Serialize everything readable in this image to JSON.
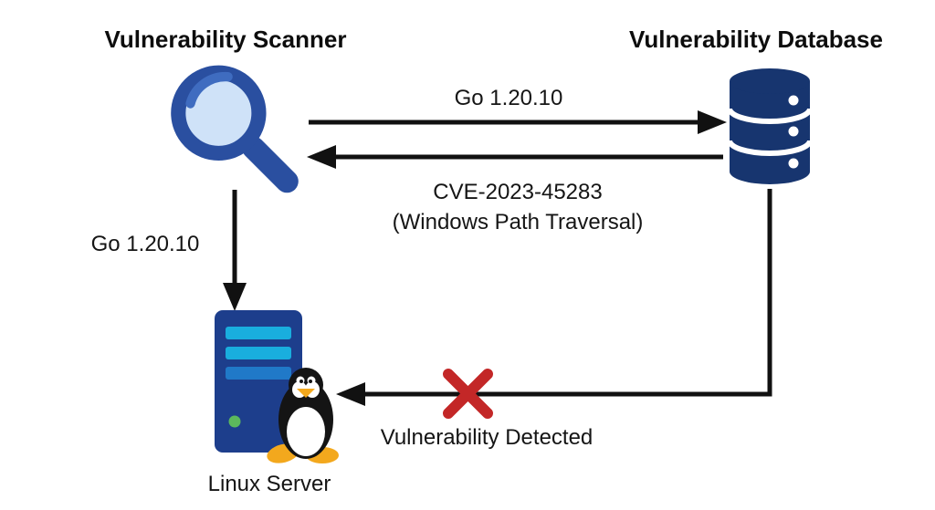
{
  "nodes": {
    "scanner": {
      "title": "Vulnerability Scanner",
      "icon": "magnifier-icon"
    },
    "database": {
      "title": "Vulnerability Database",
      "icon": "database-icon"
    },
    "server": {
      "label": "Linux Server",
      "icon": "server-tower-icon, tux-penguin-icon"
    }
  },
  "edges": {
    "scanner_to_database": {
      "label": "Go 1.20.10",
      "direction": "right"
    },
    "database_to_scanner": {
      "label_line1": "CVE-2023-45283",
      "label_line2": "(Windows Path Traversal)",
      "direction": "left"
    },
    "scanner_to_server": {
      "label": "Go 1.20.10",
      "direction": "down"
    },
    "database_to_server": {
      "label": "Vulnerability Detected",
      "status_icon": "red-x-icon",
      "direction": "elbow-left"
    }
  },
  "colors": {
    "arrow": "#111111",
    "x_mark": "#c32727",
    "scanner_ring": "#2a4fa0",
    "scanner_lens": "#cfe2f8",
    "scanner_glint": "#3f6cc0",
    "database_fill": "#17356f",
    "server_fill": "#1d3e8c",
    "server_bar": "#19aede",
    "server_bar_alt": "#2079c8",
    "led_green": "#5cb85c",
    "tux_body": "#141414",
    "tux_accent": "#f3a81d",
    "text": "#151515"
  }
}
